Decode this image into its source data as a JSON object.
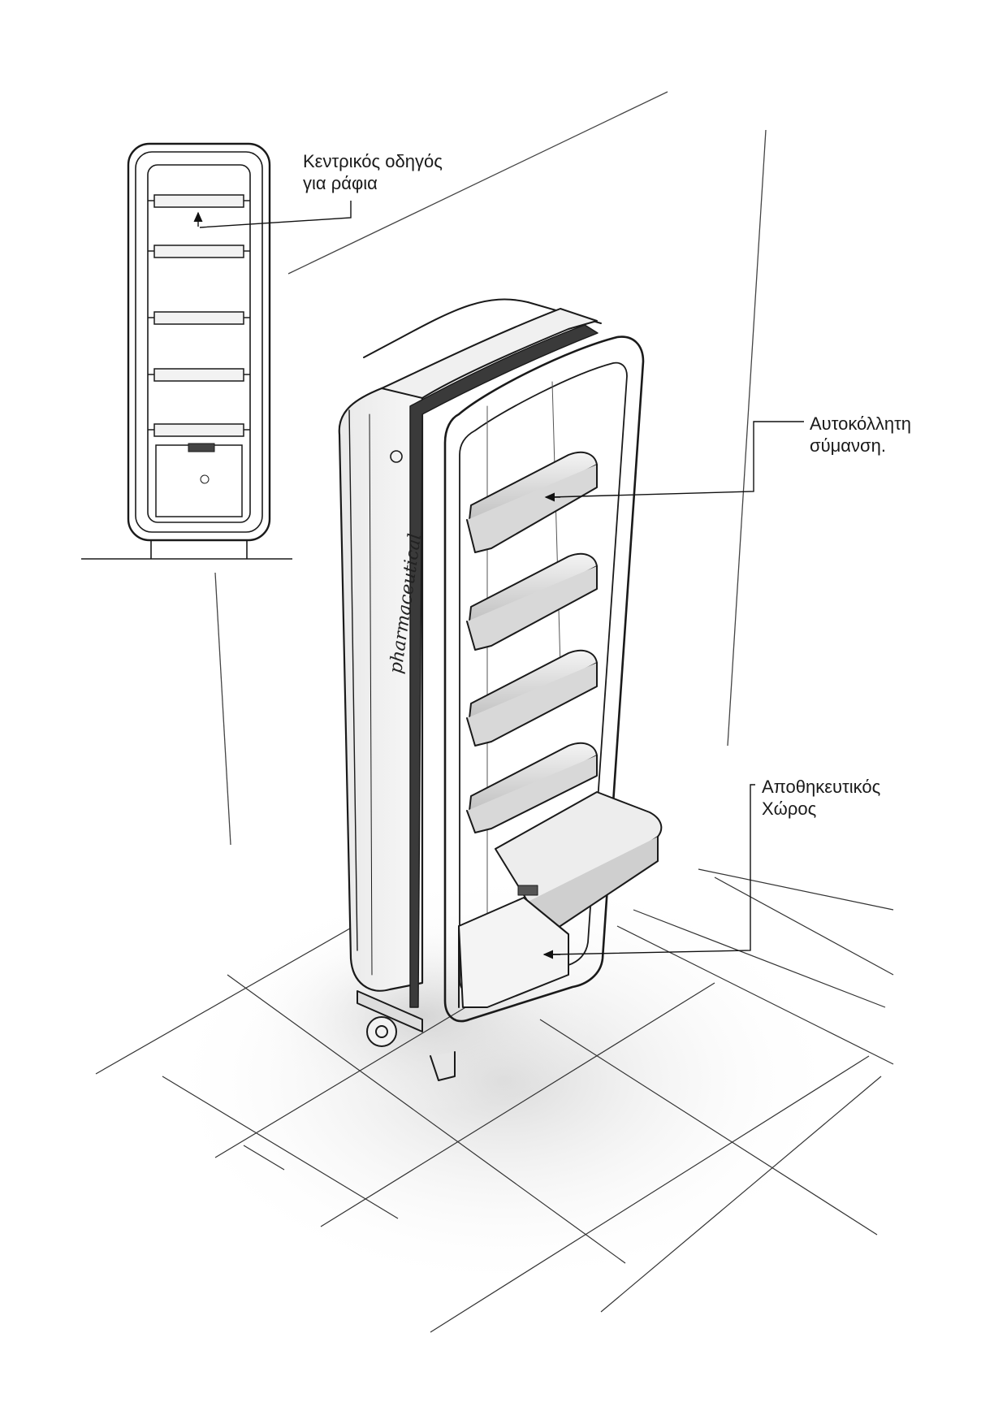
{
  "callouts": {
    "center_guide": {
      "line1": "Κεντρικός οδηγός",
      "line2": "για ράφια"
    },
    "sticker": {
      "line1": "Αυτοκόλλητη",
      "line2": "σύμανση."
    },
    "storage": {
      "line1": "Αποθηκευτικός",
      "line2": "Χώρος"
    }
  },
  "brand_lettering": "pharmaceutical",
  "colors": {
    "ink": "#1a1a1a",
    "pencil": "#3a3a3a",
    "shade": "#c8c8c8",
    "paper": "#ffffff"
  }
}
